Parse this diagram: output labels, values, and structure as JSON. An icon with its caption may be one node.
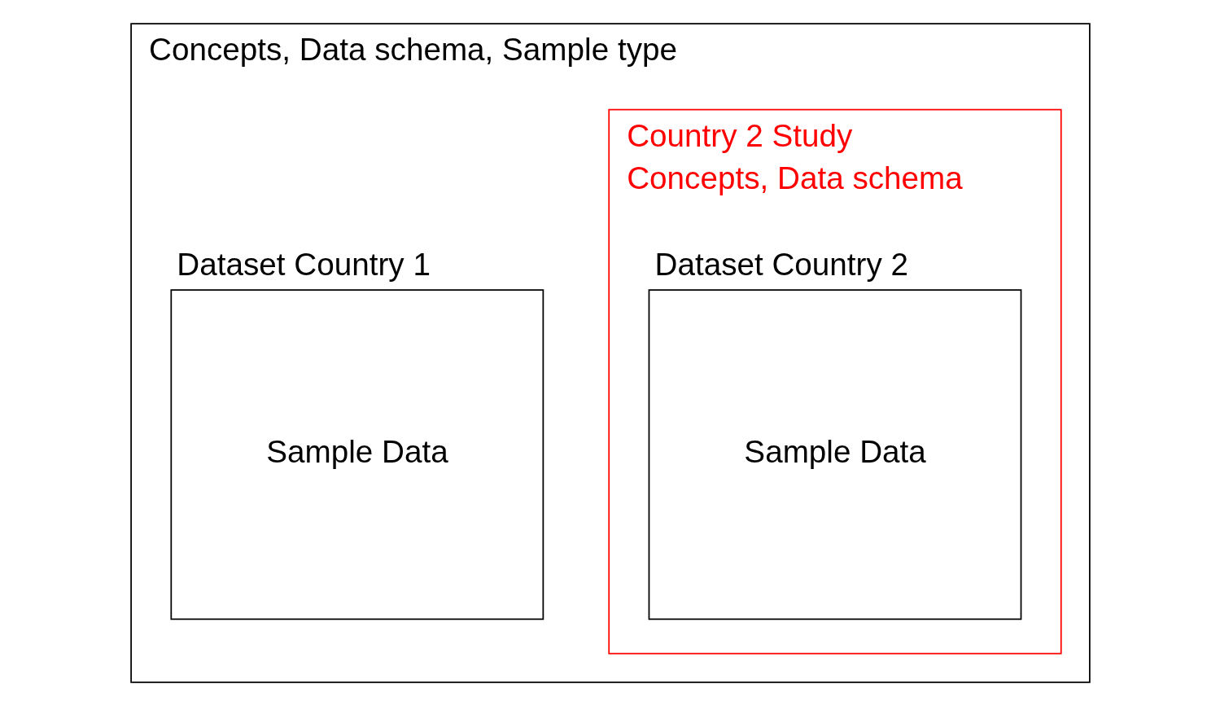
{
  "diagram": {
    "nodes": [
      {
        "text": [
          "Concepts, Data schema, Sample type"
        ]
      },
      {
        "text": [
          "Dataset Country 1",
          "Sample Data"
        ],
        "in": 0
      },
      {
        "text": [
          "Country 2 Study",
          "Concepts, Data schema"
        ],
        "in": 0
      },
      {
        "text": [
          "Dataset Country 2",
          "Sample Data"
        ],
        "in": 2
      }
    ]
  }
}
